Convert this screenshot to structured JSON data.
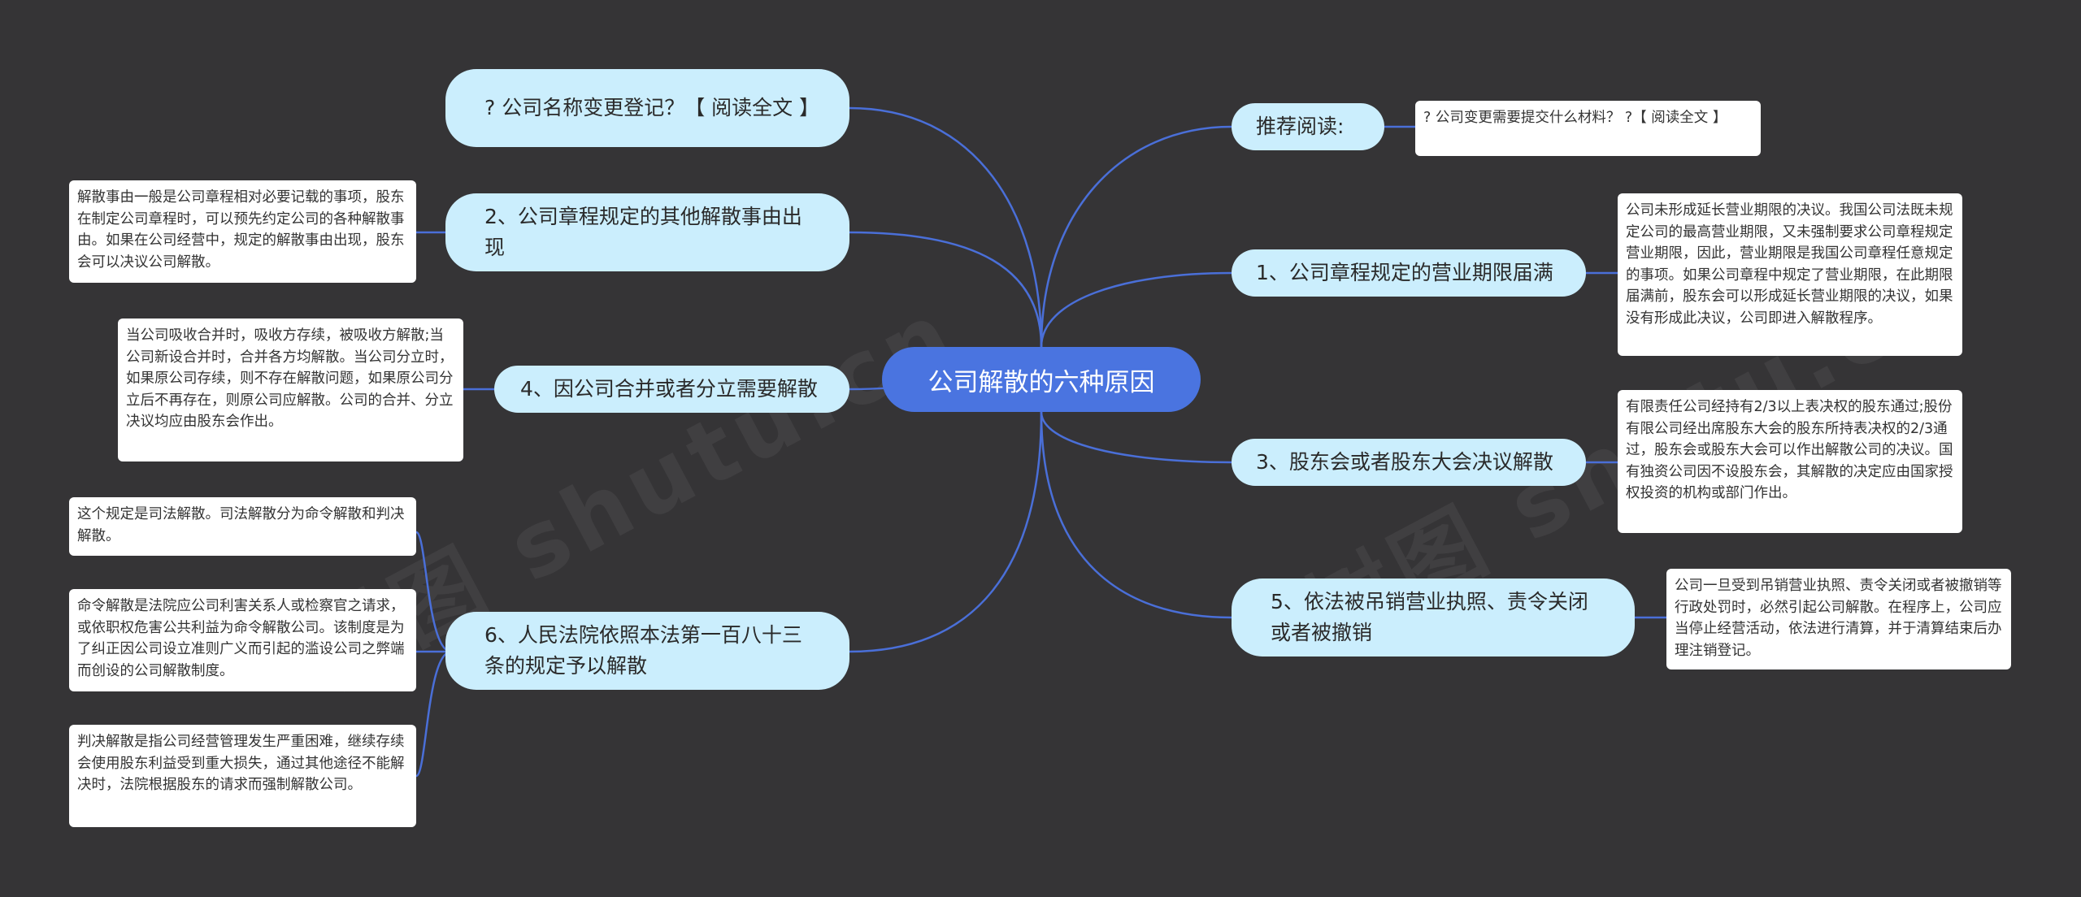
{
  "title": "公司解散的六种原因",
  "colors": {
    "background": "#353436",
    "root": "#4a74e0",
    "branch": "#cbeefd",
    "leaf": "#ffffff",
    "connector": "#4a6fd8"
  },
  "left_branches": {
    "top_link": "? 公司名称变更登记？【 阅读全文 】",
    "b2": "2、公司章程规定的其他解散事由出现",
    "b4": "4、因公司合并或者分立需要解散",
    "b6": "6、人民法院依照本法第一百八十三条的规定予以解散"
  },
  "right_branches": {
    "recommend": "推荐阅读:",
    "b1": "1、公司章程规定的营业期限届满",
    "b3": "3、股东会或者股东大会决议解散",
    "b5": "5、依法被吊销营业执照、责令关闭或者被撤销"
  },
  "leaves": {
    "recommend_link": "? 公司变更需要提交什么材料？ ?【 阅读全文 】",
    "b1_note": "公司未形成延长营业期限的决议。我国公司法既未规定公司的最高营业期限，又未强制要求公司章程规定营业期限，因此，营业期限是我国公司章程任意规定的事项。如果公司章程中规定了营业期限，在此期限届满前，股东会可以形成延长营业期限的决议，如果没有形成此决议，公司即进入解散程序。",
    "b2_note": "解散事由一般是公司章程相对必要记载的事项，股东在制定公司章程时，可以预先约定公司的各种解散事由。如果在公司经营中，规定的解散事由出现，股东会可以决议公司解散。",
    "b3_note": "有限责任公司经持有2/3以上表决权的股东通过;股份有限公司经出席股东大会的股东所持表决权的2/3通过，股东会或股东大会可以作出解散公司的决议。国有独资公司因不设股东会，其解散的决定应由国家授权投资的机构或部门作出。",
    "b4_note": "当公司吸收合并时，吸收方存续，被吸收方解散;当公司新设合并时，合并各方均解散。当公司分立时，如果原公司存续，则不存在解散问题，如果原公司分立后不再存在，则原公司应解散。公司的合并、分立决议均应由股东会作出。",
    "b5_note": "公司一旦受到吊销营业执照、责令关闭或者被撤销等行政处罚时，必然引起公司解散。在程序上，公司应当停止经营活动，依法进行清算，并于清算结束后办理注销登记。",
    "b6_note1": "这个规定是司法解散。司法解散分为命令解散和判决解散。",
    "b6_note2": "命令解散是法院应公司利害关系人或检察官之请求，或依职权危害公共利益为命令解散公司。该制度是为了纠正因公司设立准则广义而引起的滥设公司之弊端而创设的公司解散制度。",
    "b6_note3": "判决解散是指公司经营管理发生严重困难，继续存续会使用股东利益受到重大损失，通过其他途径不能解决时，法院根据股东的请求而强制解散公司。"
  }
}
